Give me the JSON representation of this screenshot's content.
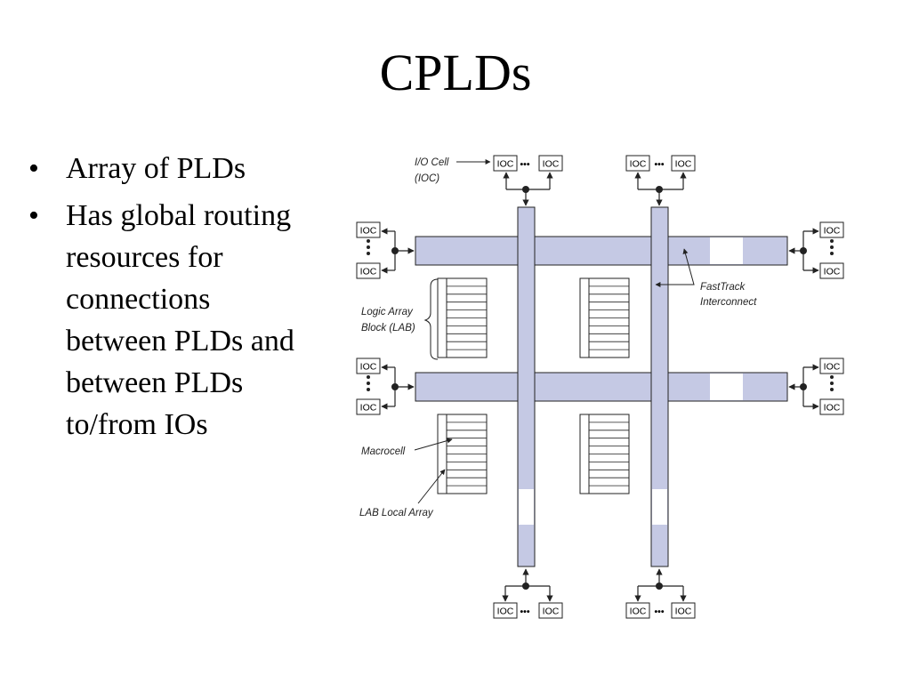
{
  "slide": {
    "title": "CPLDs",
    "bullets": [
      {
        "mark": "•",
        "text": "Array of PLDs"
      },
      {
        "mark": "•",
        "text": "Has global routing resources for connections between PLDs and between PLDs to/from IOs"
      }
    ]
  },
  "diagram": {
    "labels": {
      "io_cell_1": "I/O Cell",
      "io_cell_2": "(IOC)",
      "lab_1": "Logic Array",
      "lab_2": "Block (LAB)",
      "fasttrack_1": "FastTrack",
      "fasttrack_2": "Interconnect",
      "macrocell": "Macrocell",
      "lab_local": "LAB Local Array"
    },
    "ioc_label": "IOC",
    "ellipsis": "•••",
    "colors": {
      "interconnect_fill": "#c5c9e4",
      "stroke": "#222222",
      "background": "#ffffff"
    }
  }
}
